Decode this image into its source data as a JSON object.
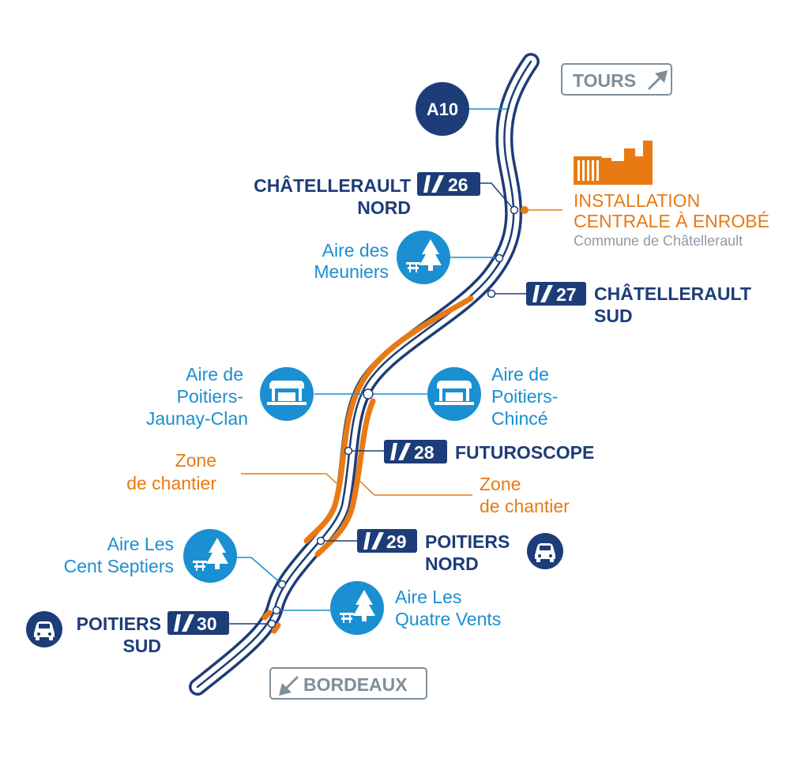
{
  "colors": {
    "navy": "#1d3d78",
    "light_blue": "#1a8fd1",
    "orange": "#e87a14",
    "grey": "#8e9aa6",
    "sign_grey": "#7f8e99"
  },
  "directions": {
    "north": "TOURS",
    "south": "BORDEAUX"
  },
  "motorway": {
    "label": "A10"
  },
  "exits": [
    {
      "number": "26",
      "name_line1": "CHÂTELLERAULT",
      "name_line2": "NORD"
    },
    {
      "number": "27",
      "name_line1": "CHÂTELLERAULT",
      "name_line2": "SUD"
    },
    {
      "number": "28",
      "name_line1": "FUTUROSCOPE",
      "name_line2": ""
    },
    {
      "number": "29",
      "name_line1": "POITIERS",
      "name_line2": "NORD"
    },
    {
      "number": "30",
      "name_line1": "POITIERS",
      "name_line2": "SUD"
    }
  ],
  "rest_areas": [
    {
      "line1": "Aire des",
      "line2": "Meuniers",
      "line3": "",
      "icon": "picnic-tree-icon"
    },
    {
      "line1": "Aire de",
      "line2": "Poitiers-",
      "line3": "Jaunay-Clan",
      "icon": "service-building-icon"
    },
    {
      "line1": "Aire de",
      "line2": "Poitiers-",
      "line3": "Chincé",
      "icon": "service-building-icon"
    },
    {
      "line1": "Aire Les",
      "line2": "Cent Septiers",
      "line3": "",
      "icon": "picnic-tree-icon"
    },
    {
      "line1": "Aire Les",
      "line2": "Quatre Vents",
      "line3": "",
      "icon": "picnic-tree-icon"
    }
  ],
  "plant": {
    "line1": "INSTALLATION",
    "line2": "CENTRALE À ENROBÉ",
    "subtitle": "Commune de Châtellerault",
    "icon": "factory-icon"
  },
  "work_zones": [
    {
      "line1": "Zone",
      "line2": "de chantier"
    },
    {
      "line1": "Zone",
      "line2": "de chantier"
    }
  ],
  "car_icons": [
    "car-icon",
    "car-icon"
  ]
}
